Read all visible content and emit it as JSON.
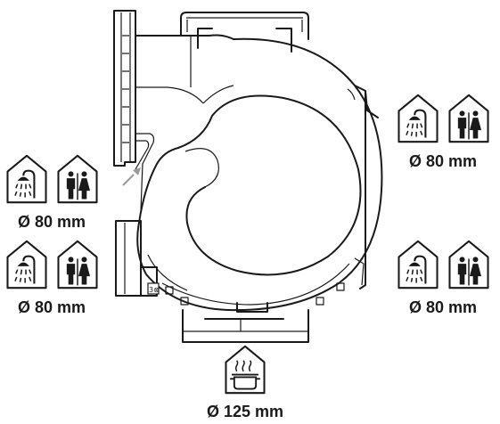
{
  "labels": {
    "top_right": "Ø 80 mm",
    "left_upper": "Ø 80 mm",
    "left_lower": "Ø 80 mm",
    "right_lower": "Ø 80 mm",
    "bottom": "Ø 125 mm"
  },
  "icons": {
    "wet_room": "shower-icon",
    "toilet": "toilet-icon",
    "kitchen": "cooking-pot-icon"
  },
  "colors": {
    "line": "#1a1a1a",
    "arrow": "#9a9a9a"
  }
}
